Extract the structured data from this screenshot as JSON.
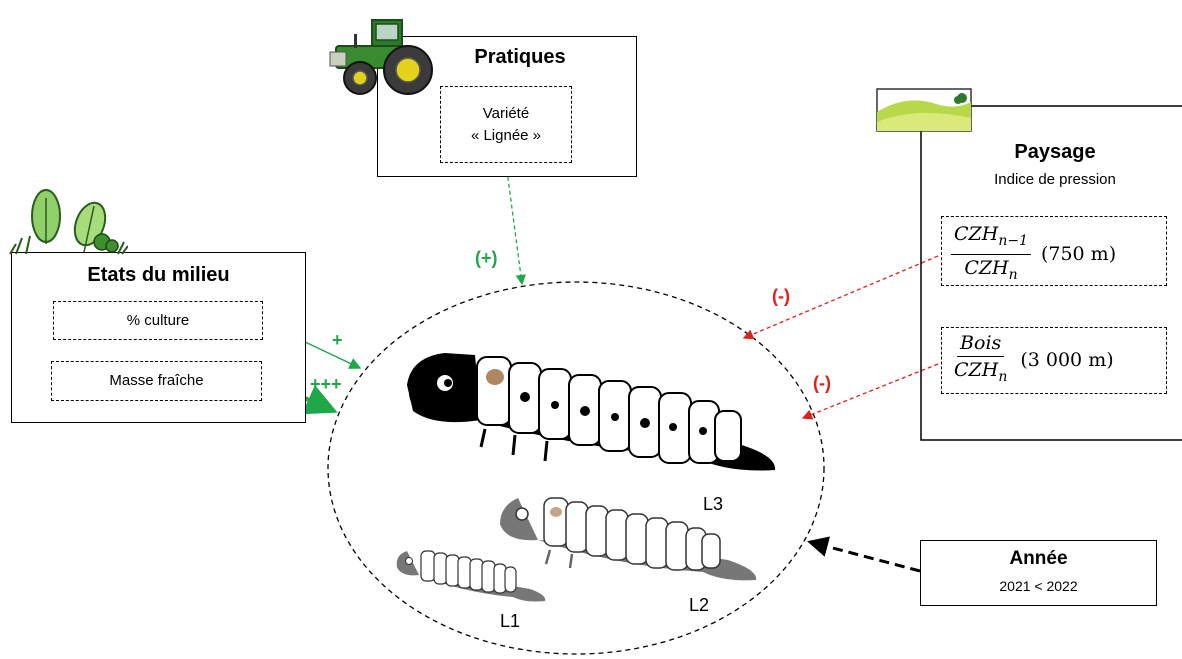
{
  "pratiques": {
    "title": "Pratiques",
    "item_line1": "Variété",
    "item_line2": "« Lignée »"
  },
  "etats": {
    "title": "Etats du milieu",
    "items": [
      "% culture",
      "Masse fraîche"
    ]
  },
  "paysage": {
    "title": "Paysage",
    "subtitle": "Indice de pression",
    "formula1": {
      "num": "CZH",
      "num_sub": "n−1",
      "den": "CZH",
      "den_sub": "n",
      "distance": "(750 m)"
    },
    "formula2": {
      "num": "Bois",
      "den": "CZH",
      "den_sub": "n",
      "distance": "(3 000 m)"
    }
  },
  "annee": {
    "title": "Année",
    "value": "2021 < 2022"
  },
  "larvae": [
    "L3",
    "L2",
    "L1"
  ],
  "effects": {
    "pratiques": "(+)",
    "culture": "+",
    "masse": "+++",
    "paysage1": "(-)",
    "paysage2": "(-)"
  },
  "colors": {
    "positive": "#1fa84a",
    "negative": "#e0201a",
    "neutral": "#000000"
  },
  "icons": [
    "tractor-icon",
    "plants-icon",
    "landscape-icon"
  ]
}
